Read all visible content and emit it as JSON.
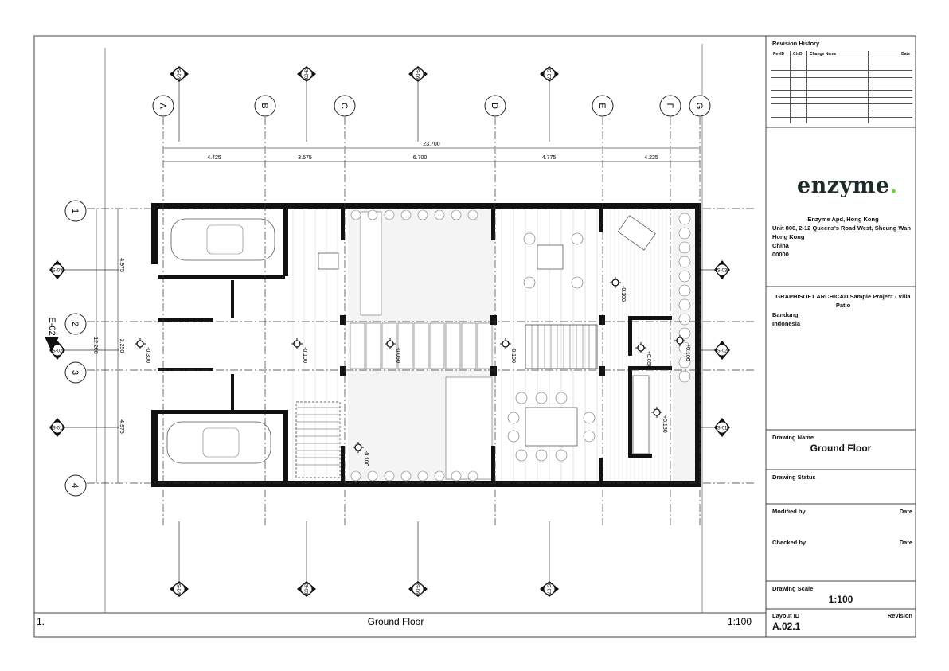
{
  "drawing": {
    "number": "1.",
    "title": "Ground Floor",
    "scale": "1:100",
    "grid_columns": [
      "A",
      "B",
      "C",
      "D",
      "E",
      "F",
      "G"
    ],
    "grid_rows": [
      "1",
      "2",
      "3",
      "4"
    ],
    "overall_dimension": "23.700",
    "column_dimensions": [
      "4.425",
      "3.575",
      "6.700",
      "4.775",
      "4.225"
    ],
    "overall_row_dimension": "12.200",
    "row_dimensions": [
      "4.975",
      "2.250",
      "4.975"
    ],
    "sections_top": [
      "S-04",
      "S-05",
      "S-06",
      "S-07"
    ],
    "sections_bottom": [
      "S-04",
      "S-05",
      "S-06",
      "S-07"
    ],
    "sections_side": [
      "S-03",
      "S-02",
      "S-01"
    ],
    "elevation_marker": "E-02",
    "levels": [
      "-0.300",
      "-0.100",
      "-0.050",
      "-0.100",
      "-0.100",
      "+0.050",
      "+0.100",
      "+0.150",
      "-0.100"
    ]
  },
  "title_block": {
    "revision_history": {
      "title": "Revision History",
      "columns": [
        "RevID",
        "ChID",
        "Change Name",
        "Date"
      ]
    },
    "logo": {
      "text": "enzyme",
      "dot": ".",
      "dot_color": "#5fd33a"
    },
    "company": {
      "name": "Enzyme Apd, Hong Kong",
      "address_lines": [
        "Unit 806, 2-12 Queens's Road West, Sheung Wan",
        "Hong Kong",
        "China",
        "00000"
      ]
    },
    "project": {
      "name": "GRAPHISOFT ARCHICAD Sample Project - Villa Patio",
      "location_lines": [
        "Bandung",
        "Indonesia"
      ]
    },
    "drawing_name_label": "Drawing Name",
    "drawing_name": "Ground Floor",
    "drawing_status_label": "Drawing Status",
    "modified_by_label": "Modified by",
    "checked_by_label": "Checked by",
    "date_label": "Date",
    "drawing_scale_label": "Drawing Scale",
    "drawing_scale": "1:100",
    "layout_id_label": "Layout ID",
    "revision_label": "Revision",
    "layout_id": "A.02.1"
  }
}
